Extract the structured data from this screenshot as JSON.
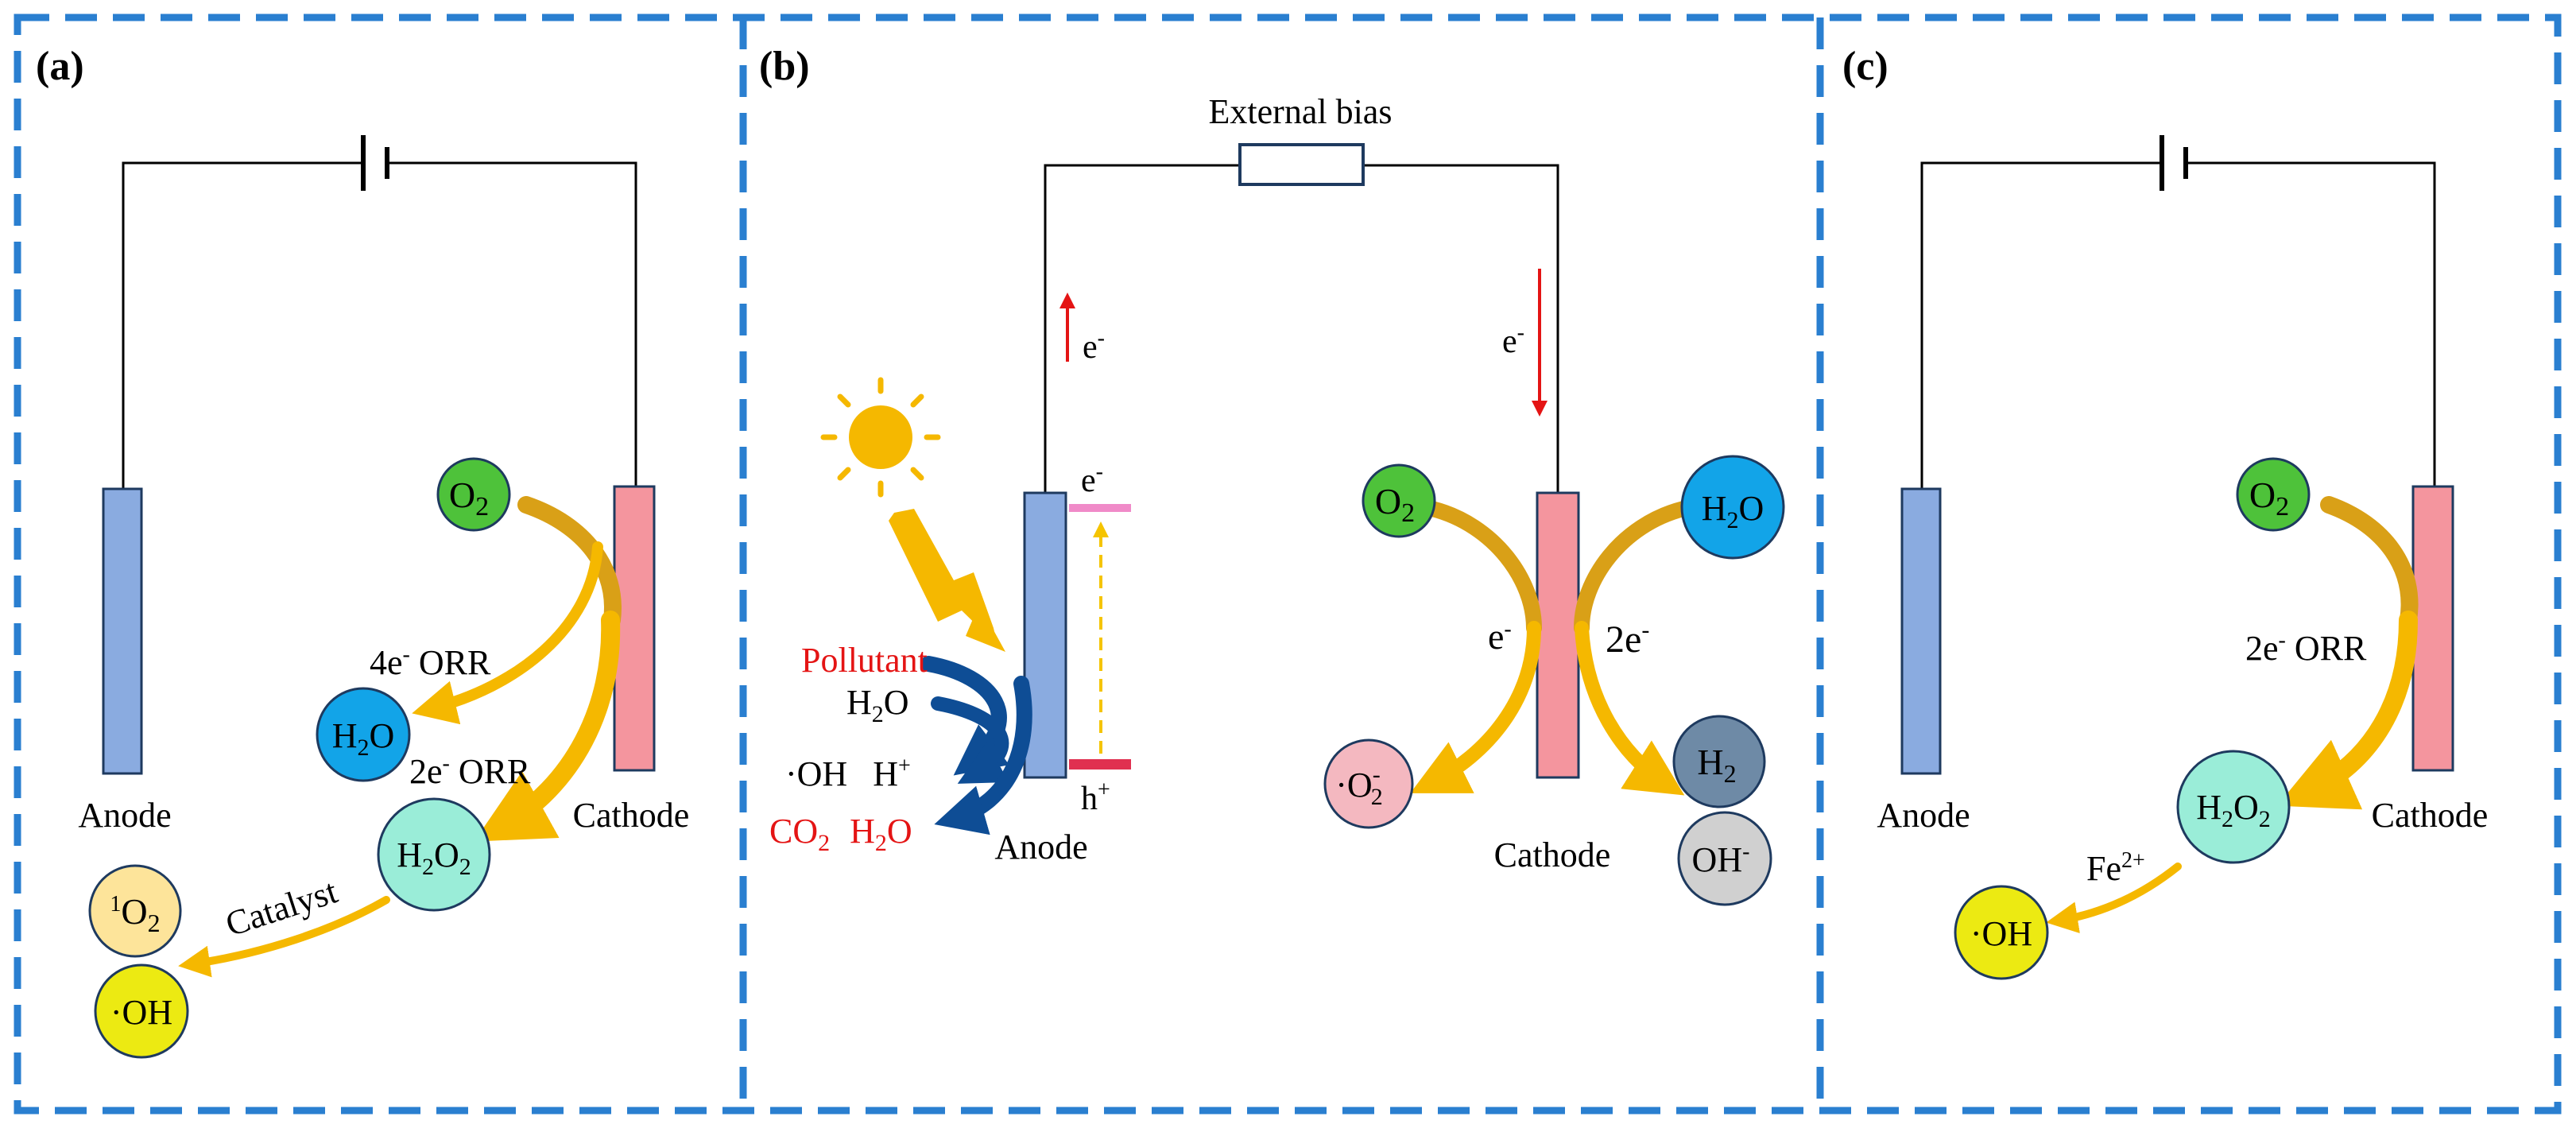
{
  "panels": {
    "a": {
      "label": "(a)",
      "anode": "Anode",
      "cathode": "Cathode",
      "o2": {
        "main": "O",
        "sub": "2"
      },
      "h2o": {
        "a": "H",
        "sub": "2",
        "b": "O"
      },
      "h2o2": {
        "a": "H",
        "sub1": "2",
        "b": "O",
        "sub2": "2"
      },
      "singlet_o2": {
        "pre": "1",
        "main": "O",
        "sub": "2"
      },
      "oh": "·OH",
      "orr4": {
        "pre": "4e",
        "sup": "-",
        "post": " ORR"
      },
      "orr2": {
        "pre": "2e",
        "sup": "-",
        "post": " ORR"
      },
      "catalyst": "Catalyst"
    },
    "b": {
      "label": "(b)",
      "external_bias": "External bias",
      "e_up": {
        "main": "e",
        "sup": "-"
      },
      "e_down": {
        "main": "e",
        "sup": "-"
      },
      "e_band": {
        "main": "e",
        "sup": "-"
      },
      "h_band": {
        "main": "h",
        "sup": "+"
      },
      "pollutant": "Pollutant",
      "h2o_in": {
        "a": "H",
        "sub": "2",
        "b": "O"
      },
      "oh_h": {
        "oh": "·OH",
        "h": "H",
        "sup": "+"
      },
      "co2_h2o": {
        "c": "CO",
        "sub1": "2",
        "h": " H",
        "sub2": "2",
        "o": "O"
      },
      "anode": "Anode",
      "cathode": "Cathode",
      "o2": {
        "main": "O",
        "sub": "2"
      },
      "h2o": {
        "a": "H",
        "sub": "2",
        "b": "O"
      },
      "e_mid": {
        "main": "e",
        "sup": "-"
      },
      "two_e": {
        "main": "2e",
        "sup": "-"
      },
      "superoxide": {
        "dot": "·O",
        "sup": "-",
        "sub": "2"
      },
      "h2": {
        "main": "H",
        "sub": "2"
      },
      "oh_minus": {
        "main": "OH",
        "sup": "-"
      }
    },
    "c": {
      "label": "(c)",
      "anode": "Anode",
      "cathode": "Cathode",
      "o2": {
        "main": "O",
        "sub": "2"
      },
      "orr2": {
        "pre": "2e",
        "sup": "-",
        "post": " ORR"
      },
      "h2o2": {
        "a": "H",
        "sub1": "2",
        "b": "O",
        "sub2": "2"
      },
      "fe": {
        "main": "Fe",
        "sup": "2+"
      },
      "oh": "·OH"
    }
  },
  "colors": {
    "frame_dash": "#2a7fd0",
    "anode_blue": "#8aabe0",
    "cathode_pink": "#f4959e",
    "o2_green": "#4ec23a",
    "h2o_blue": "#12a4e8",
    "h2o2_aqua": "#9aedd8",
    "singlet_yellow": "#fde49a",
    "oh_yellow": "#ecea12",
    "superoxide_pink": "#f4b8c0",
    "h2_slate": "#6e8aa6",
    "ohminus_gray": "#d0d0d0",
    "arrow_gold": "#f5b800",
    "arrow_navy": "#0e4d95",
    "text_red": "#e41414",
    "band_pink": "#f08ac8",
    "band_red": "#e03050"
  }
}
